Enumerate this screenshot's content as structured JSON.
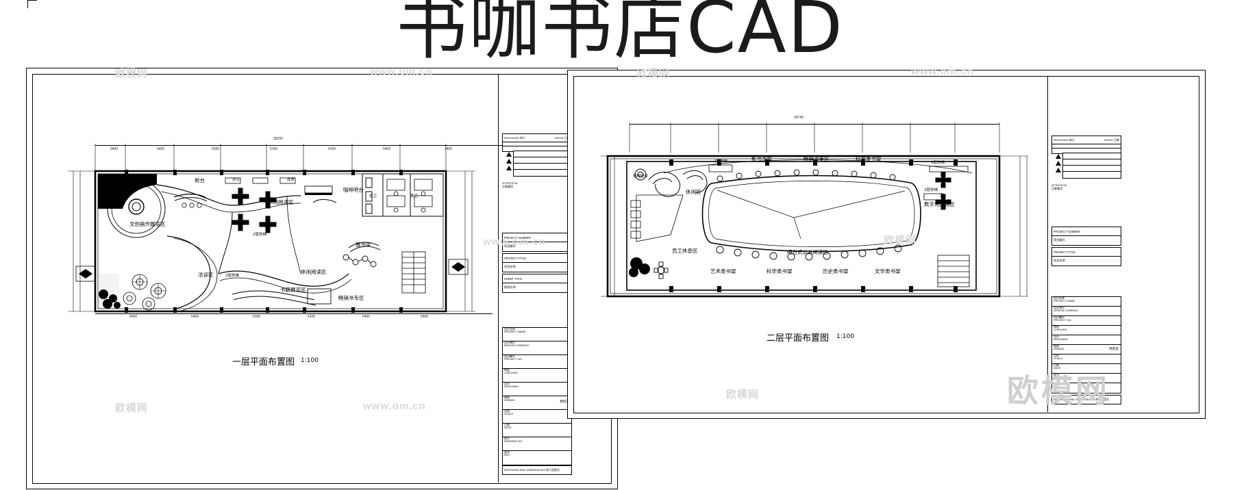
{
  "title": "书咖书店CAD",
  "watermarks": {
    "om_cn": "www.om.cn",
    "brand_cn": "欧模网",
    "brand_big": "欧模网"
  },
  "drawings": [
    {
      "id": "floor-1",
      "caption": "一层平面布置图",
      "scale": "1:100",
      "overall_dim": "35200",
      "dims_top": [
        "3400",
        "5400",
        "5200",
        "5100",
        "4100",
        "5400",
        "2400"
      ],
      "dims_bottom": [
        "5400",
        "5400",
        "5100",
        "4100",
        "5400",
        "5400"
      ],
      "rooms": [
        "前台",
        "咖啡吧台",
        "休闲阅读区",
        "文创画作展览区",
        "洽谈区",
        "休闲阅读区",
        "书籍展览区",
        "畅销书专区",
        "雅书架",
        "2层扶梯",
        "3层扶梯",
        "男卫",
        "女卫",
        "办公",
        "库房"
      ]
    },
    {
      "id": "floor-2",
      "caption": "二层平面布置图",
      "scale": "1:100",
      "overall_dim": "34740",
      "rooms": [
        "新书书架",
        "畅销书专区",
        "科普类书架",
        "数字化阅读区",
        "休闲区",
        "吧台式公共阅读区",
        "艺术类书架",
        "科学类书架",
        "历史类书架",
        "文学类书架",
        "员工休息区",
        "2层扶梯",
        "2层扶梯",
        "3层扶梯",
        "咖啡吧台"
      ]
    }
  ],
  "title_block": {
    "header_left": "REVISIONS 修订",
    "header_right": "DATED 日期",
    "attention_label": "ATTENTION\n注意事项",
    "project_number_label": "PROJECT NUMBER",
    "project_number_cn": "项目编号",
    "project_title_label": "PROJECT TITLE",
    "project_title_cn": "项目名称",
    "sheet_title_label": "SHEET TITLE",
    "sheet_title_cn": "图纸名称",
    "footer": "REVISIONS AND SUBMISSIONS  修订及提交",
    "rows": [
      {
        "label": "项目名称\nPROJECT NAME",
        "value": ""
      },
      {
        "label": "设计单位\nDESIGN COMPANY",
        "value": ""
      },
      {
        "label": "项目编号\nPROJECT NO.",
        "value": ""
      },
      {
        "label": "审核\nCHECKED",
        "value": ""
      },
      {
        "label": "设计\nDESIGNED",
        "value": ""
      },
      {
        "label": "制图\nDRAWN",
        "value": "杨佳美"
      },
      {
        "label": "比例\nSCALE",
        "value": ""
      },
      {
        "label": "日期\nDATE",
        "value": ""
      },
      {
        "label": "图号\nDRAWING NO.",
        "value": ""
      },
      {
        "label": "版本\nREV.",
        "value": ""
      }
    ]
  }
}
